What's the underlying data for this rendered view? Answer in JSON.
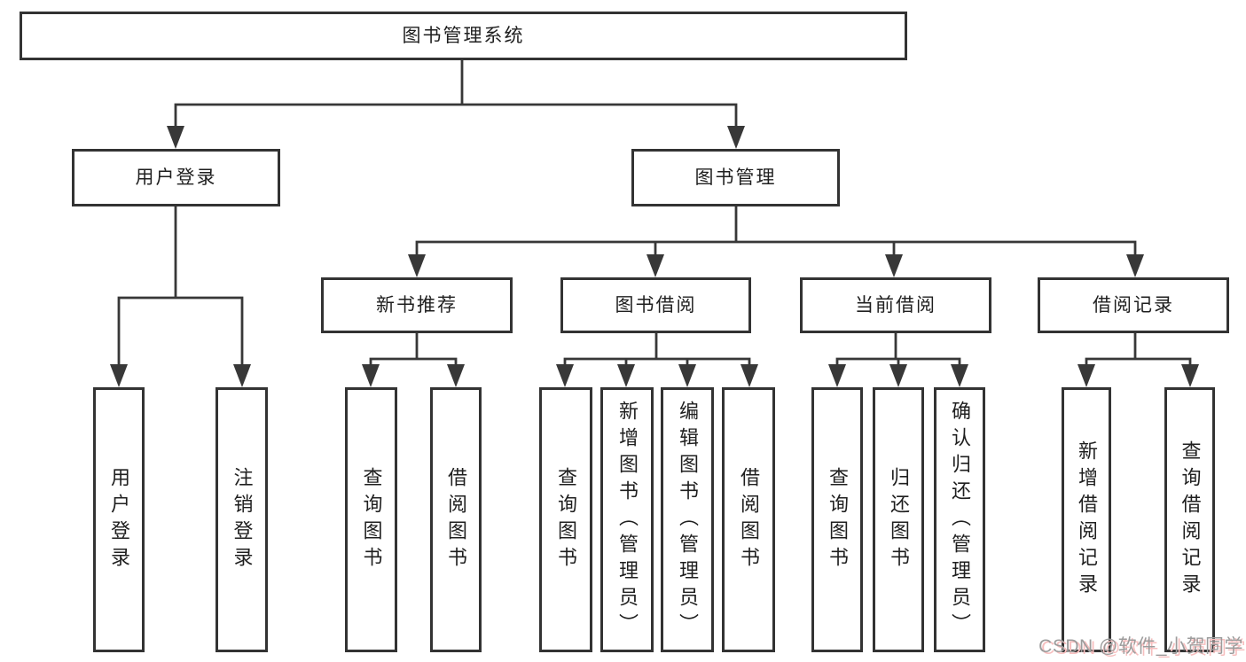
{
  "tree": {
    "label": "图书管理系统",
    "children": [
      {
        "label": "用户登录",
        "children": [
          {
            "label": "用户登录"
          },
          {
            "label": "注销登录"
          }
        ]
      },
      {
        "label": "图书管理",
        "children": [
          {
            "label": "新书推荐",
            "children": [
              {
                "label": "查询图书"
              },
              {
                "label": "借阅图书"
              }
            ]
          },
          {
            "label": "图书借阅",
            "children": [
              {
                "label": "查询图书"
              },
              {
                "label": "新增图书（管理员）"
              },
              {
                "label": "编辑图书（管理员）"
              },
              {
                "label": "借阅图书"
              }
            ]
          },
          {
            "label": "当前借阅",
            "children": [
              {
                "label": "查询图书"
              },
              {
                "label": "归还图书"
              },
              {
                "label": "确认归还（管理员）"
              }
            ]
          },
          {
            "label": "借阅记录",
            "children": [
              {
                "label": "新增借阅记录"
              },
              {
                "label": "查询借阅记录"
              }
            ]
          }
        ]
      }
    ]
  },
  "watermark": {
    "text": "CSDN @软件_小贺同学"
  },
  "colors": {
    "line": "#383838",
    "box_border": "#333333",
    "text": "#1f1f1f",
    "background": "#ffffff",
    "watermark_text": "#9c9c9c",
    "watermark_shadow": "#f7bfbf"
  }
}
